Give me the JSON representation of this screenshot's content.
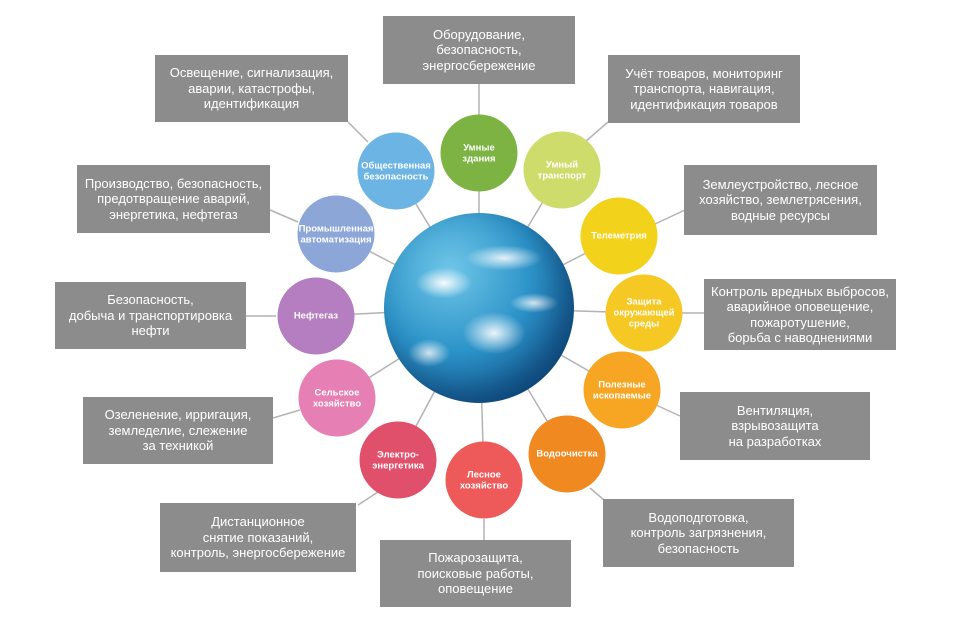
{
  "hubs": {
    "smart_buildings": {
      "label": "Умные\nздания",
      "color": "#7cb342"
    },
    "smart_transport": {
      "label": "Умный\nтранспорт",
      "color": "#cddc6a"
    },
    "telemetry": {
      "label": "Телеметрия",
      "color": "#f2d21b"
    },
    "environment": {
      "label": "Защита\nокружающей\nсреды",
      "color": "#f5c824"
    },
    "minerals": {
      "label": "Полезные\nископаемые",
      "color": "#f6a623"
    },
    "water": {
      "label": "Водоочистка",
      "color": "#f08a20"
    },
    "forestry": {
      "label": "Лесное\nхозяйство",
      "color": "#ee5a5a"
    },
    "energy": {
      "label": "Электро-\nэнергетика",
      "color": "#e0506a"
    },
    "agriculture": {
      "label": "Сельское\nхозяйство",
      "color": "#e67fb3"
    },
    "oil_gas": {
      "label": "Нефтегаз",
      "color": "#b57ec0"
    },
    "industrial": {
      "label": "Промышленная\nавтоматизация",
      "color": "#8da6d8"
    },
    "public_safety": {
      "label": "Общественная\nбезопасность",
      "color": "#6cb4e4"
    }
  },
  "boxes": {
    "smart_buildings": "Оборудование,\nбезопасность,\nэнергосбережение",
    "smart_transport": "Учёт товаров, мониторинг\nтранспорта, навигация,\nидентификация товаров",
    "telemetry": "Землеустройство, лесное\nхозяйство, землетрясения,\nводные ресурсы",
    "environment": "Контроль вредных выбросов,\nаварийное оповещение,\nпожаротушение,\nборьба с наводнениями",
    "minerals": "Вентиляция,\nвзрывозащита\nна разработках",
    "water": "Водоподготовка,\nконтроль загрязнения,\nбезопасность",
    "forestry": "Пожарозащита,\nпоисковые работы,\nоповещение",
    "energy": "Дистанционное\nснятие показаний,\nконтроль, энергосбережение",
    "agriculture": "Озеленение, ирригация,\nземледелие, слежение\nза техникой",
    "oil_gas": "Безопасность,\nдобыча и транспортировка\nнефти",
    "industrial": "Производство, безопасность,\nпредотвращение аварий,\nэнергетика, нефтегаз",
    "public_safety": "Освещение, сигнализация,\nаварии, катастрофы,\nидентификация"
  },
  "colors": {
    "box": "#8c8c8c",
    "line": "#b3b3b3"
  }
}
